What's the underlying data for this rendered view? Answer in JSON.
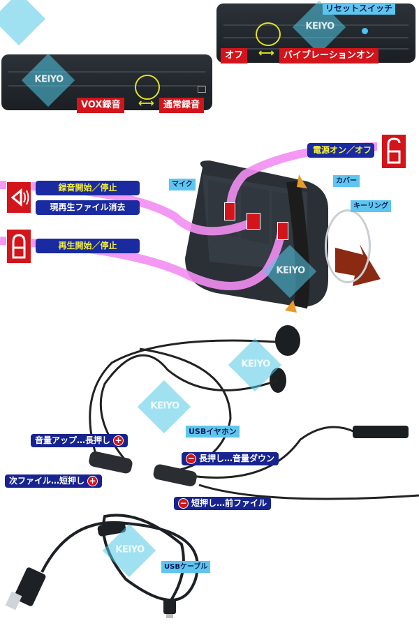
{
  "watermark": "KEIYO",
  "top_device": {
    "reset_switch_label": "リセットスイッチ",
    "vibration_switch": {
      "off_label": "オフ",
      "on_label": "バイブレーションオン"
    },
    "record_mode_switch": {
      "vox_label": "VOX録音",
      "normal_label": "通常録音"
    }
  },
  "middle_device": {
    "buttons": [
      {
        "icon": "speaker-icon",
        "labels": [
          "録音開始／停止",
          "現再生ファイル消去"
        ]
      },
      {
        "icon": "play-lock-icon",
        "labels": [
          "再生開始／停止"
        ]
      },
      {
        "icon": "power-unlock-icon",
        "labels": [
          "電源オン／オフ"
        ]
      }
    ],
    "parts": {
      "mic": "マイク",
      "cover": "カバー",
      "key_ring": "キーリング"
    }
  },
  "earphone": {
    "title": "USBイヤホン",
    "controls": [
      {
        "sign": "+",
        "text": "音量アップ…長押し"
      },
      {
        "sign": "+",
        "text": "次ファイル…短押し"
      },
      {
        "sign": "−",
        "text": "長押し…音量ダウン"
      },
      {
        "sign": "−",
        "text": "短押し…前ファイル"
      }
    ]
  },
  "usb_cable": {
    "title": "USBケーブル"
  },
  "colors": {
    "red": "#d4141b",
    "navy": "#1a2aa0",
    "yellow_text": "#f4ef3c",
    "cyan": "#5ec6ee",
    "pink_line": "#f28ef2",
    "brown_arrow": "#8a2a12",
    "orange_arrow": "#e89a28"
  }
}
